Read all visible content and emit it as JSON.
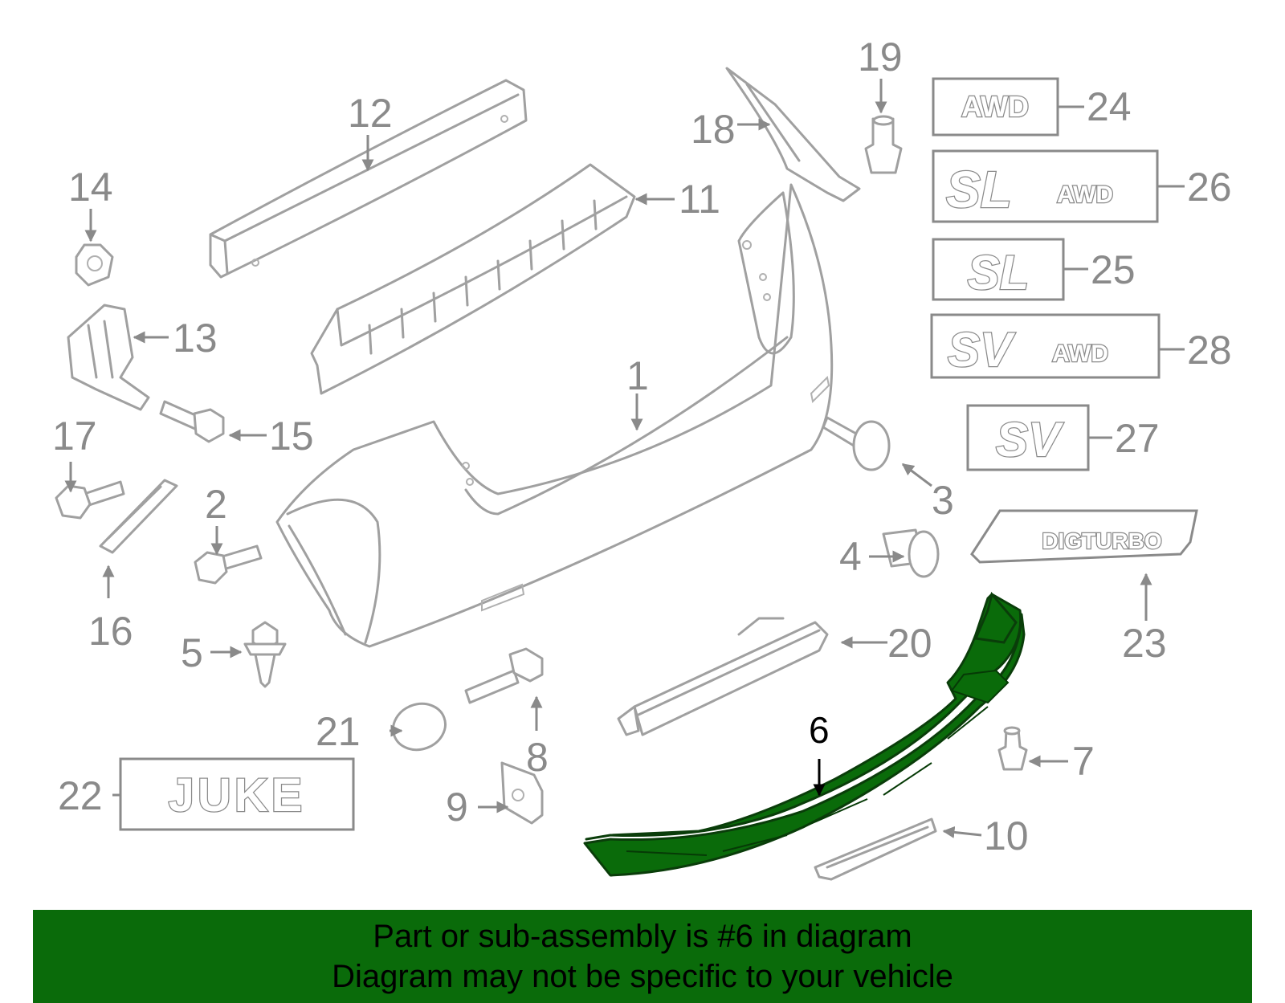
{
  "labels": {
    "p1": "1",
    "p2": "2",
    "p3": "3",
    "p4": "4",
    "p5": "5",
    "p6": "6",
    "p7": "7",
    "p8": "8",
    "p9": "9",
    "p10": "10",
    "p11": "11",
    "p12": "12",
    "p13": "13",
    "p14": "14",
    "p15": "15",
    "p16": "16",
    "p17": "17",
    "p18": "18",
    "p19": "19",
    "p20": "20",
    "p21": "21",
    "p22": "22",
    "p23": "23",
    "p24": "24",
    "p25": "25",
    "p26": "26",
    "p27": "27",
    "p28": "28"
  },
  "badges": {
    "awd": "AWD",
    "sl_awd_main": "SL",
    "sl_awd_sub": "AWD",
    "sl": "SL",
    "sv_awd_main": "SV",
    "sv_awd_sub": "AWD",
    "sv": "SV",
    "digturbo": "DIGTURBO",
    "juke": "JUKE"
  },
  "highlight_color": "#0a6b0a",
  "banner": {
    "line1": "Part or sub-assembly is #6 in diagram",
    "line2": "Diagram may not be specific to your vehicle"
  }
}
